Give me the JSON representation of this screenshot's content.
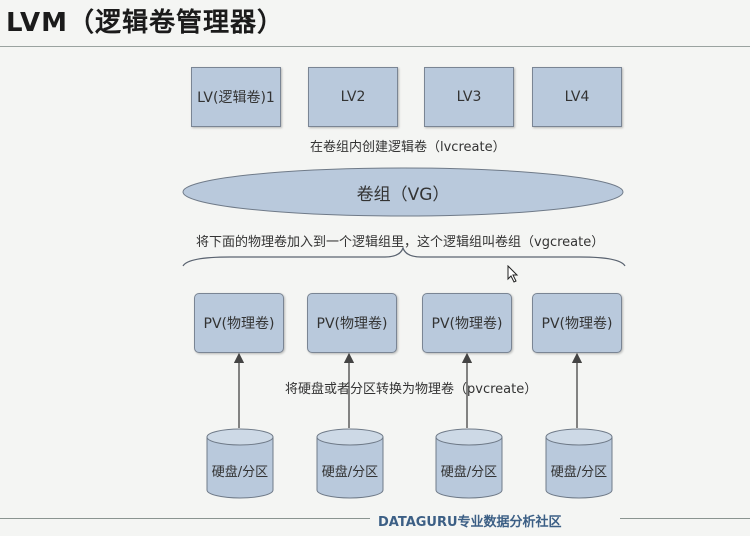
{
  "title": "LVM（逻辑卷管理器）",
  "logical_volumes": [
    {
      "label": "LV(逻辑卷)1"
    },
    {
      "label": "LV2"
    },
    {
      "label": "LV3"
    },
    {
      "label": "LV4"
    }
  ],
  "lvcreate_caption": "在卷组内创建逻辑卷（lvcreate）",
  "volume_group": {
    "label": "卷组（VG）"
  },
  "vgcreate_caption": "将下面的物理卷加入到一个逻辑组里，这个逻辑组叫卷组（vgcreate）",
  "physical_volumes": [
    {
      "label": "PV(物理卷)"
    },
    {
      "label": "PV(物理卷)"
    },
    {
      "label": "PV(物理卷)"
    },
    {
      "label": "PV(物理卷)"
    }
  ],
  "pvcreate_caption": "将硬盘或者分区转换为物理卷（pvcreate）",
  "disks": [
    {
      "label": "硬盘/分区"
    },
    {
      "label": "硬盘/分区"
    },
    {
      "label": "硬盘/分区"
    },
    {
      "label": "硬盘/分区"
    }
  ],
  "footer": {
    "brand": "DATAGURU专业数据分析社区"
  },
  "colors": {
    "box_fill": "#b9c9dc",
    "accent": "#3c5f85"
  }
}
